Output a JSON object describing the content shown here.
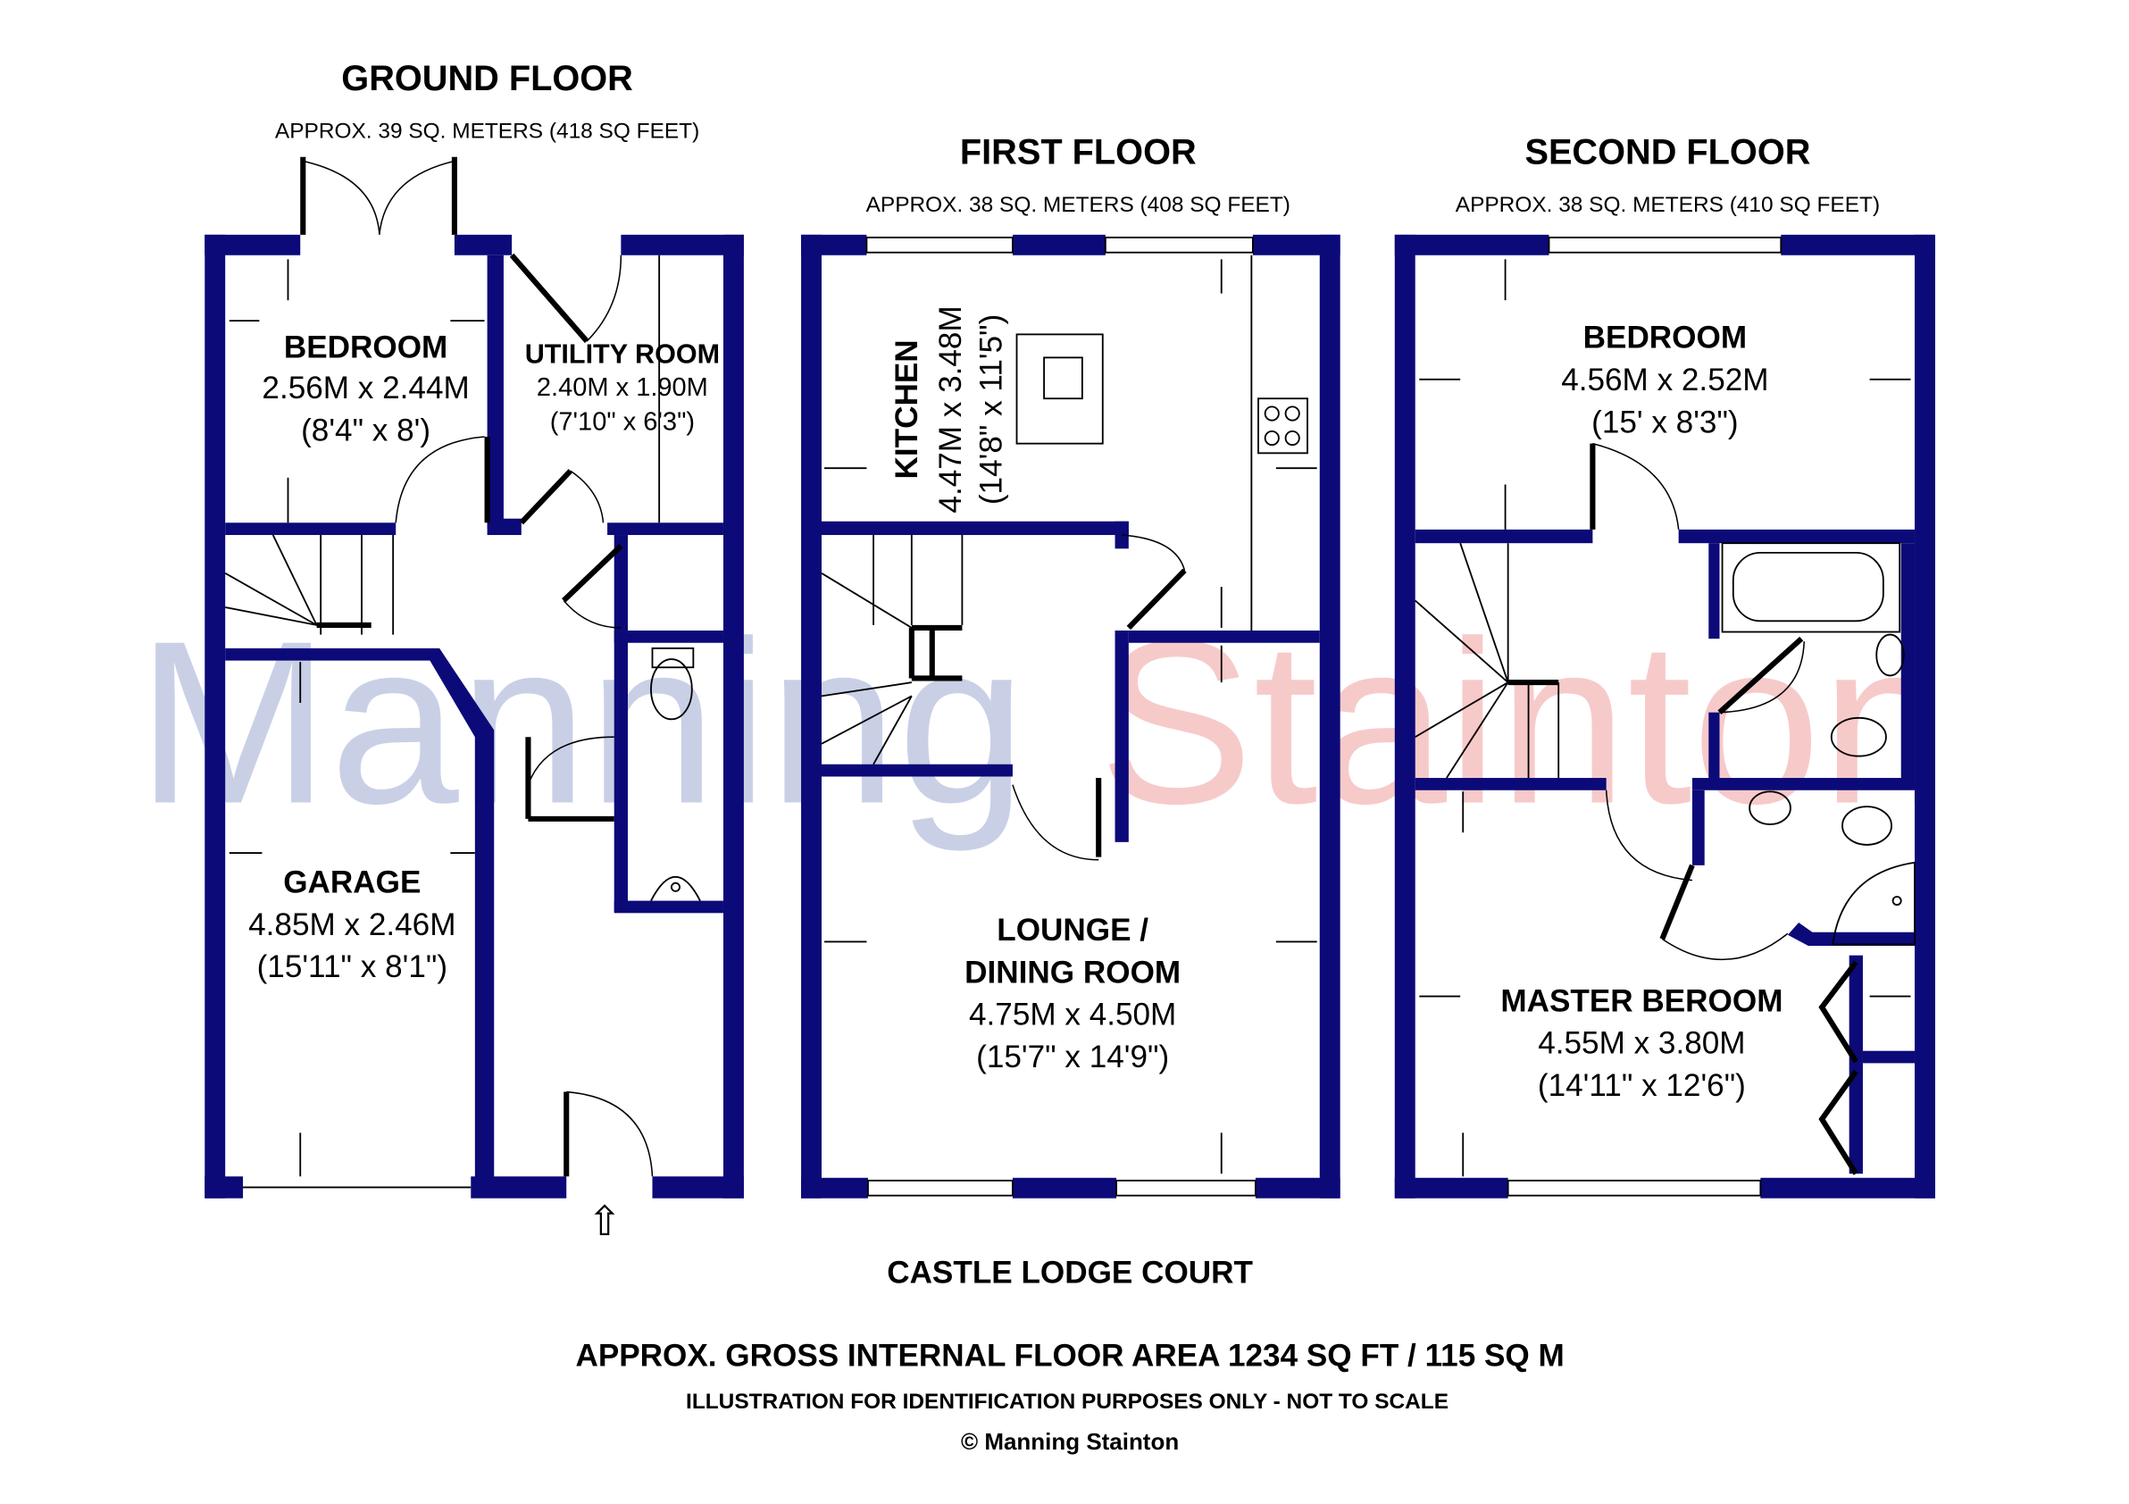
{
  "colors": {
    "wall": "#0c0a78",
    "watermark_a": "#c9d0e6",
    "watermark_b": "#f7caca"
  },
  "watermark": {
    "part1": "Manning",
    "part2": "Stainton"
  },
  "ground_floor": {
    "title": "GROUND FLOOR",
    "area": "APPROX. 39 SQ. METERS (418 SQ FEET)",
    "rooms": [
      {
        "name": "BEDROOM",
        "metric": "2.56M x 2.44M",
        "imperial": "(8'4\" x 8')"
      },
      {
        "name": "UTILITY ROOM",
        "metric": "2.40M x 1.90M",
        "imperial": "(7'10\" x 6'3\")"
      },
      {
        "name": "GARAGE",
        "metric": "4.85M x 2.46M",
        "imperial": "(15'11\" x 8'1\")"
      }
    ]
  },
  "first_floor": {
    "title": "FIRST FLOOR",
    "area": "APPROX. 38 SQ. METERS (408 SQ FEET)",
    "rooms": [
      {
        "name": "KITCHEN",
        "metric": "4.47M x 3.48M",
        "imperial": "(14'8\" x 11'5\")"
      },
      {
        "name": "LOUNGE /",
        "name2": "DINING ROOM",
        "metric": "4.75M x 4.50M",
        "imperial": "(15'7\" x 14'9\")"
      }
    ]
  },
  "second_floor": {
    "title": "SECOND FLOOR",
    "area": "APPROX. 38 SQ. METERS (410 SQ FEET)",
    "rooms": [
      {
        "name": "BEDROOM",
        "metric": "4.56M x 2.52M",
        "imperial": "(15' x 8'3\")"
      },
      {
        "name": "MASTER BEROOM",
        "metric": "4.55M x 3.80M",
        "imperial": "(14'11\" x 12'6\")"
      }
    ]
  },
  "footer": {
    "address": "CASTLE LODGE COURT",
    "gross_area": "APPROX. GROSS INTERNAL FLOOR AREA 1234 SQ FT / 115 SQ M",
    "disclaimer": "ILLUSTRATION FOR IDENTIFICATION PURPOSES ONLY - NOT TO SCALE",
    "copyright": "© Manning Stainton"
  }
}
